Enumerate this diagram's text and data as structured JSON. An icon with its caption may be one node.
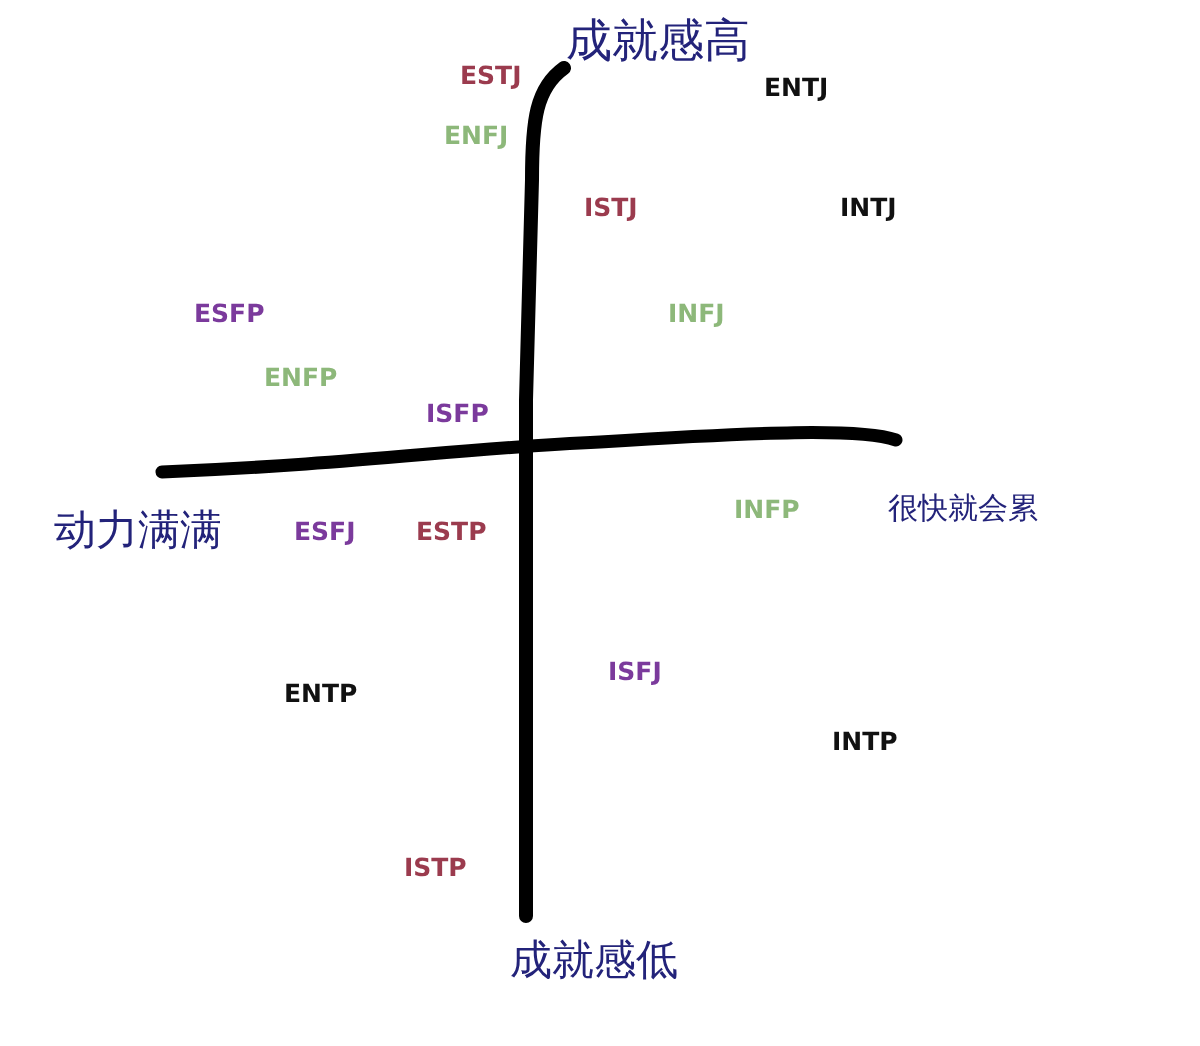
{
  "diagram": {
    "labels": [
      "成就感高",
      "ESTJ",
      "ENTJ",
      "ENFJ",
      "ISTJ",
      "INTJ",
      "ESFP",
      "INFJ",
      "ENFP",
      "ISFP",
      "动力满满",
      "ESFJ",
      "ESTP",
      "INFP",
      "很快就会累",
      "ISFJ",
      "ENTP",
      "INTP",
      "ISTP",
      "成就感低"
    ]
  }
}
